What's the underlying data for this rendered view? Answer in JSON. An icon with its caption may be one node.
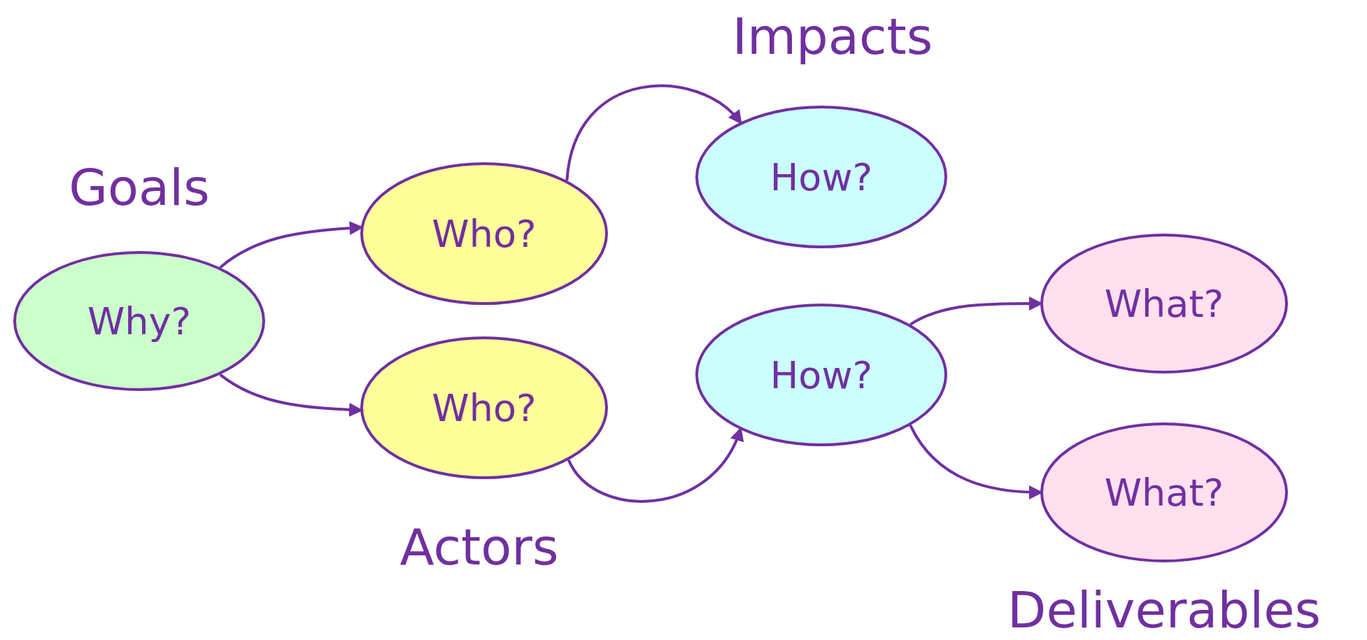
{
  "diagram": {
    "nodes": [
      {
        "text": [
          "Why?"
        ]
      },
      {
        "text": [
          "Who?"
        ]
      },
      {
        "text": [
          "Who?"
        ]
      },
      {
        "text": [
          "How?"
        ]
      },
      {
        "text": [
          "How?"
        ]
      },
      {
        "text": [
          "What?"
        ]
      },
      {
        "text": [
          "What?"
        ]
      }
    ],
    "edges": [
      {
        "from": 0,
        "to": 1,
        "arrow": "to"
      },
      {
        "from": 0,
        "to": 2,
        "arrow": "to"
      },
      {
        "from": 1,
        "to": 3,
        "arrow": "to"
      },
      {
        "from": 2,
        "to": 4,
        "arrow": "to"
      },
      {
        "from": 4,
        "to": 5,
        "arrow": "to"
      },
      {
        "from": 4,
        "to": 6,
        "arrow": "to"
      }
    ],
    "labels": [
      "Impacts",
      "Goals",
      "Actors",
      "Deliverables"
    ]
  }
}
